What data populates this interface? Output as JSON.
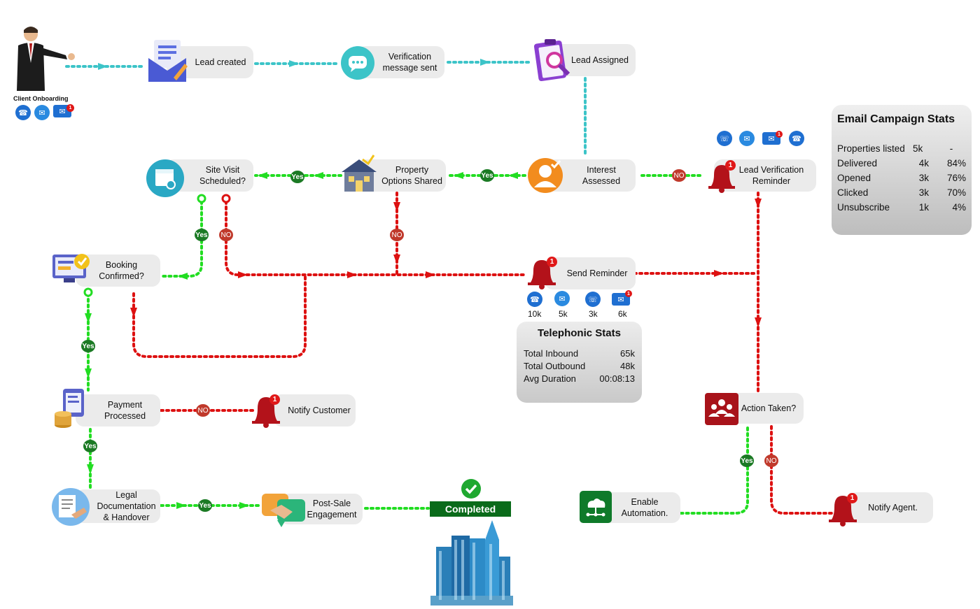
{
  "nodes": {
    "client_onboarding": "Client Onboarding",
    "lead_created": "Lead created",
    "verification_sent": "Verification\nmessage sent",
    "lead_assigned": "Lead Assigned",
    "interest_assessed": "Interest\nAssessed",
    "lead_verification_reminder": "Lead Verification\nReminder",
    "property_options_shared": "Property\nOptions Shared",
    "site_visit_scheduled": "Site Visit\nScheduled?",
    "booking_confirmed": "Booking\nConfirmed?",
    "send_reminder": "Send Reminder",
    "payment_processed": "Payment\nProcessed",
    "notify_customer": "Notify Customer",
    "action_taken": "Action Taken?",
    "legal_documentation": "Legal\nDocumentation\n& Handover",
    "post_sale_engagement": "Post-Sale\nEngagement",
    "completed": "Completed",
    "enable_automation": "Enable\nAutomation.",
    "notify_agent": "Notify Agent."
  },
  "decisions": {
    "yes": "Yes",
    "no": "NO"
  },
  "notification_badge": "1",
  "reminder_counts": {
    "phone": "10k",
    "email": "5k",
    "callback": "3k",
    "mail": "6k"
  },
  "email_stats": {
    "title": "Email Campaign Stats",
    "rows": [
      {
        "label": "Properties listed",
        "count": "5k",
        "pct": "-"
      },
      {
        "label": "Delivered",
        "count": "4k",
        "pct": "84%"
      },
      {
        "label": "Opened",
        "count": "3k",
        "pct": "76%"
      },
      {
        "label": "Clicked",
        "count": "3k",
        "pct": "70%"
      },
      {
        "label": "Unsubscribe",
        "count": "1k",
        "pct": "4%"
      }
    ]
  },
  "telephonic_stats": {
    "title": "Telephonic Stats",
    "rows": [
      {
        "label": "Total Inbound",
        "value": "65k"
      },
      {
        "label": "Total Outbound",
        "value": "48k"
      },
      {
        "label": "Avg Duration",
        "value": "00:08:13"
      }
    ]
  },
  "colors": {
    "teal": "#3cc4c8",
    "green": "#22dd22",
    "red": "#dd1111",
    "dark_green": "#1b7a24",
    "bell_red": "#c0121a"
  }
}
